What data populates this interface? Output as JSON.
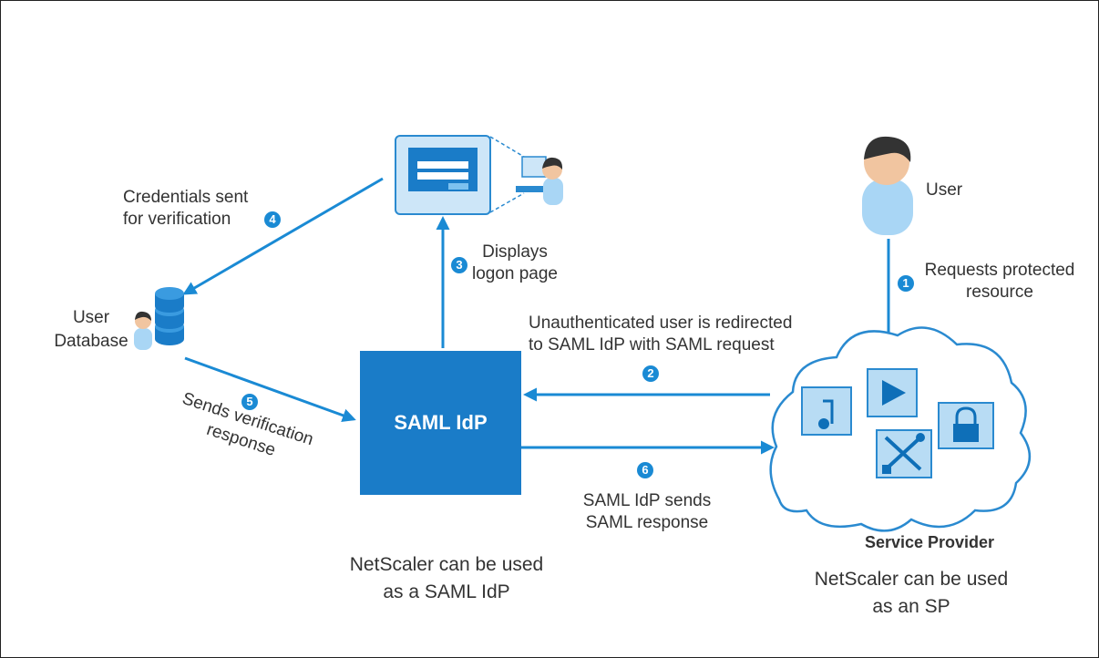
{
  "colors": {
    "accent": "#1a8ad4",
    "box": "#1a7cc8",
    "light": "#b8dcf4",
    "outline": "#2a8ad0"
  },
  "nodes": {
    "idp_label": "SAML IdP",
    "user_label": "User",
    "user_db_label_1": "User",
    "user_db_label_2": "Database",
    "sp_title": "Service Provider",
    "sp_caption_1": "NetScaler can be used",
    "sp_caption_2": "as an SP",
    "idp_caption_1": "NetScaler can be used",
    "idp_caption_2": "as a SAML IdP"
  },
  "steps": [
    {
      "num": "1",
      "line1": "Requests protected",
      "line2": "resource"
    },
    {
      "num": "2",
      "line1": "Unauthenticated user is redirected",
      "line2": "to SAML IdP with SAML request"
    },
    {
      "num": "3",
      "line1": "Displays",
      "line2": "logon page"
    },
    {
      "num": "4",
      "line1": "Credentials sent",
      "line2": "for verification"
    },
    {
      "num": "5",
      "line1": "Sends verification",
      "line2": "response"
    },
    {
      "num": "6",
      "line1": "SAML IdP sends",
      "line2": "SAML response"
    }
  ],
  "icons": [
    "user-icon",
    "user-database-icon",
    "logon-page-icon",
    "cloud-icon",
    "music-icon",
    "play-icon",
    "lock-icon",
    "tools-icon"
  ]
}
